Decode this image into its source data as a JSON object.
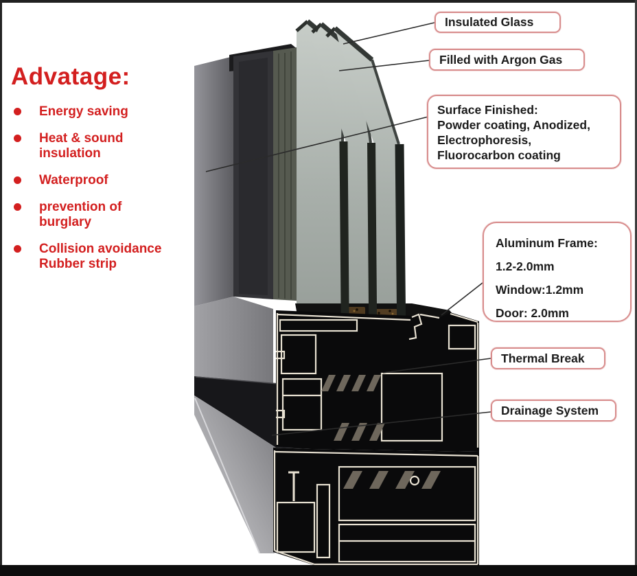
{
  "page": {
    "background": "#ffffff",
    "border_color": "#1c1c1c",
    "bottom_bar_color": "#0d0d0d"
  },
  "advantages": {
    "title": "Advatage:",
    "title_color": "#d31f1f",
    "items": [
      "Energy saving",
      "Heat & sound insulation",
      "Waterproof",
      "prevention of burglary",
      "Collision avoidance Rubber strip"
    ]
  },
  "callouts": {
    "border_color": "#d88d8d",
    "text_color": "#1b1b1b",
    "insulated_glass": "Insulated Glass",
    "argon_gas": "Filled with Argon Gas",
    "surface_finished": {
      "lines": [
        "Surface Finished:",
        "Powder coating, Anodized,",
        "Electrophoresis,",
        "Fluorocarbon coating"
      ]
    },
    "aluminum_frame": {
      "lines": [
        "Aluminum Frame:",
        "1.2-2.0mm",
        "Window:1.2mm",
        "Door: 2.0mm"
      ]
    },
    "thermal_break": "Thermal Break",
    "drainage_system": "Drainage System"
  },
  "illustration": {
    "glass_color": "#aeb5b0",
    "glass_edge_color": "#20241f",
    "profile_color": "#0a0a0b",
    "cut_edge_color": "#e9e2d3",
    "leader_color": "#2b2b2b",
    "frame_side_color": "#909094"
  }
}
